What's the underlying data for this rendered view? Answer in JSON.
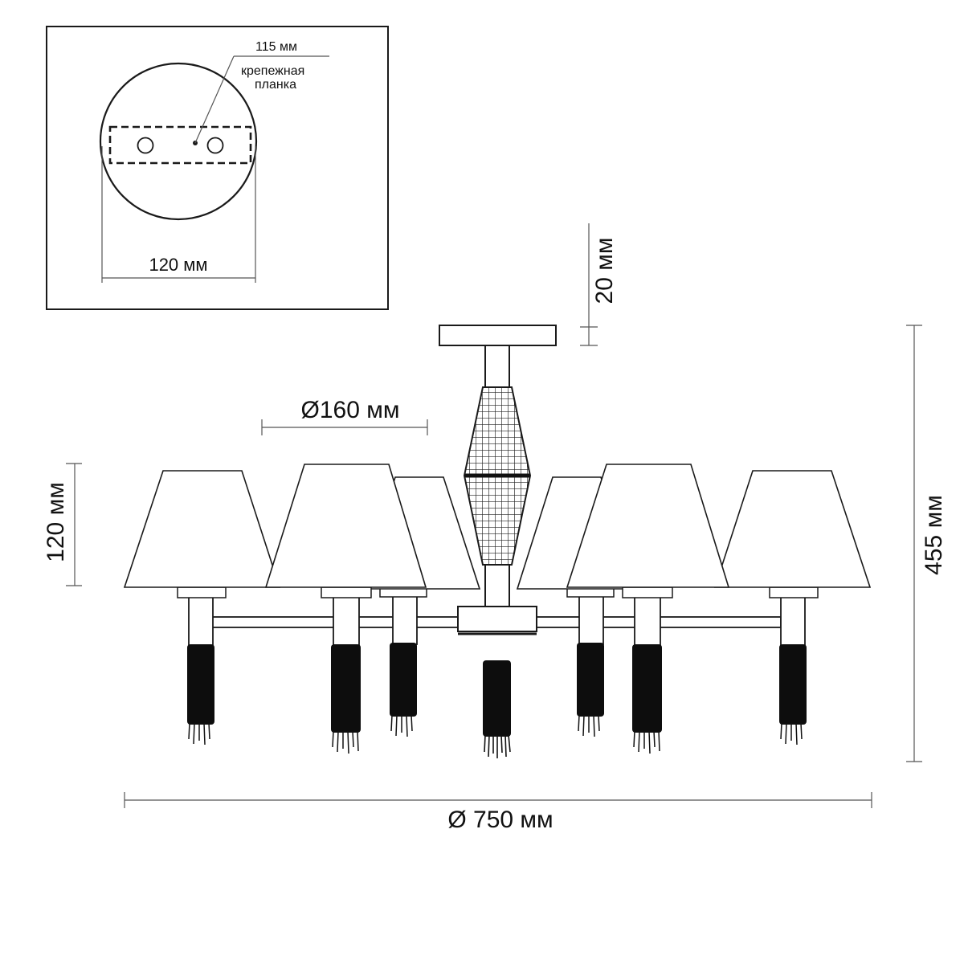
{
  "inset": {
    "plate_width_label": "115 мм",
    "plate_caption_line1": "крепежная",
    "plate_caption_line2": "планка",
    "mount_width_label": "120 мм"
  },
  "dimensions": {
    "canopy_height": "20 мм",
    "shade_diameter": "Ø160 мм",
    "shade_height": "120 мм",
    "total_height": "455 мм",
    "total_diameter": "Ø 750 мм"
  }
}
